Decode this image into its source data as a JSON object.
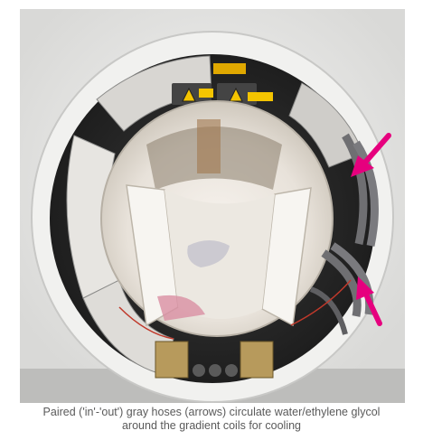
{
  "figure": {
    "photo_subject": "MRI gradient coil assembly with hoses",
    "arrow_color": "#e6007e",
    "caption": {
      "line1": "Paired ('in'-'out') gray hoses (arrows) circulate water/ethylene glycol",
      "line2": "around the gradient coils for cooling"
    }
  }
}
